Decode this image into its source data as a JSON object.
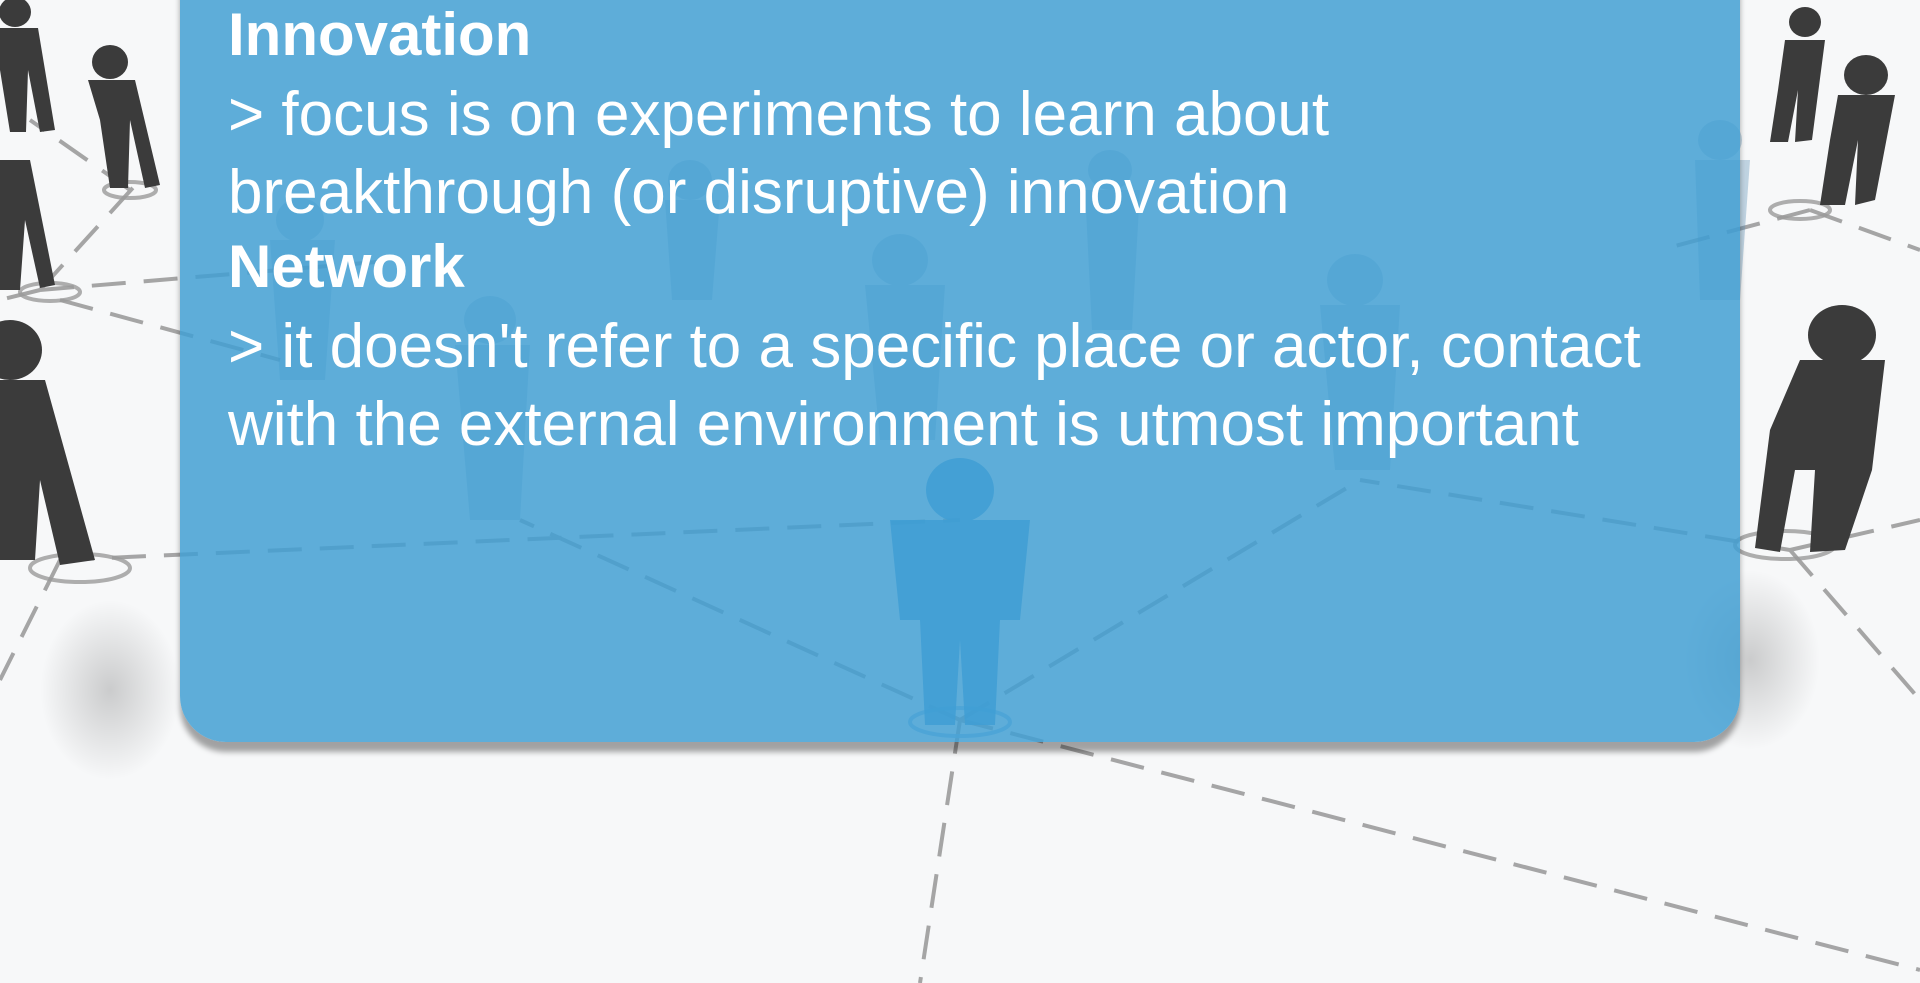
{
  "sections": [
    {
      "heading": "Innovation",
      "body": "> focus is on experiments to learn about breakthrough (or disruptive) innovation"
    },
    {
      "heading": "Network",
      "body": "> it doesn't refer to a specific place or actor, contact with the external environment is utmost important"
    }
  ],
  "colors": {
    "panel": "#409ED3",
    "text": "#FFFFFF",
    "figure": "#3A3A3A",
    "background": "#F7F8F9"
  },
  "background_image": {
    "subject": "network of standing person figures connected by dashed lines"
  }
}
